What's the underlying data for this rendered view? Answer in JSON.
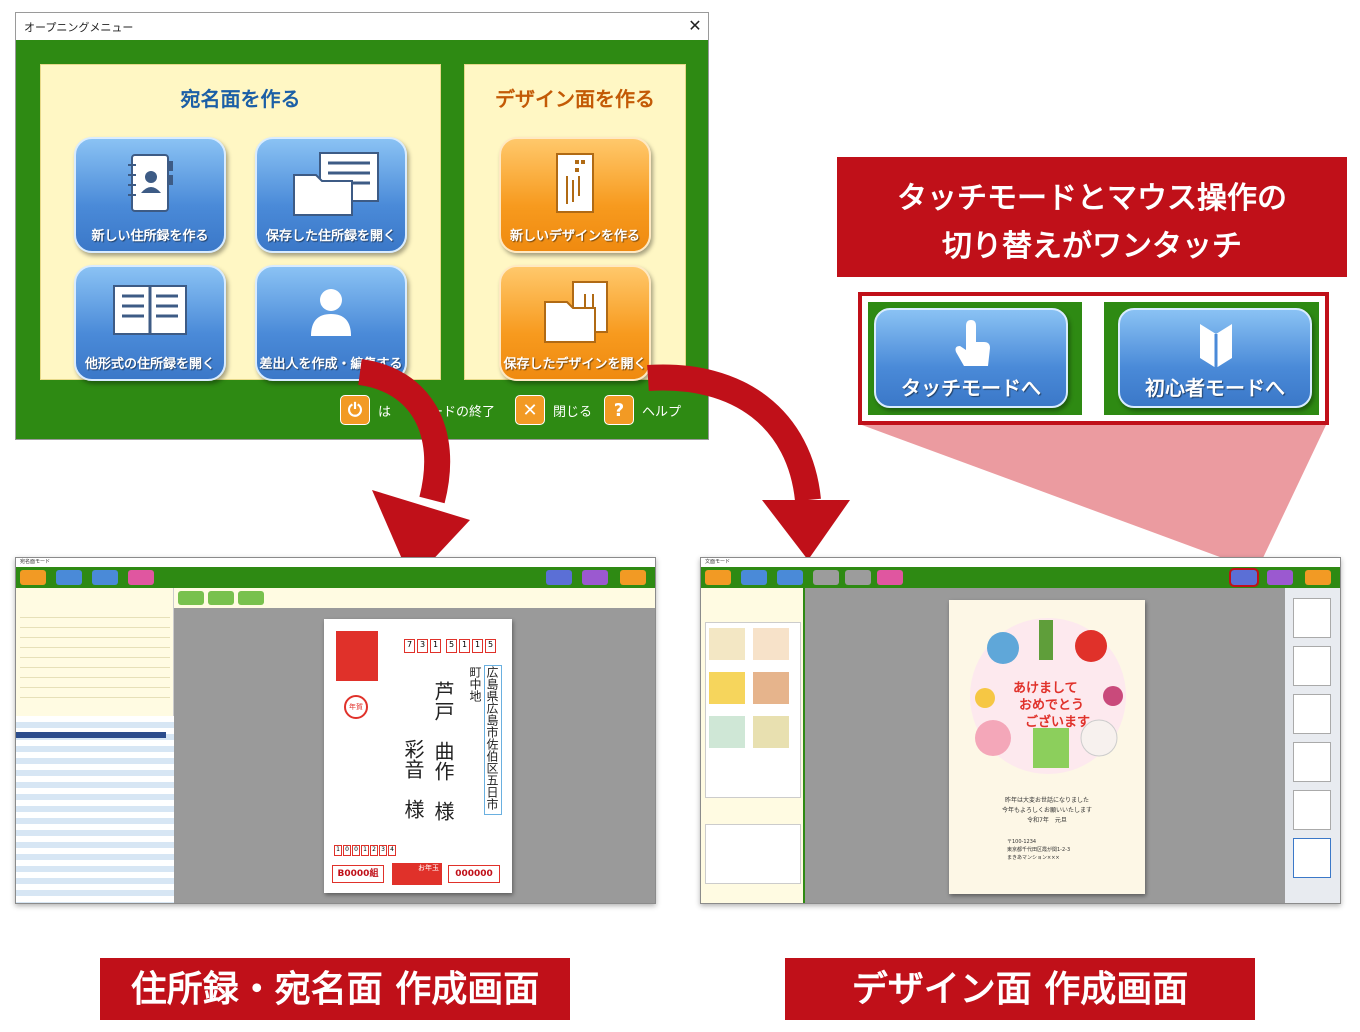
{
  "opening_menu": {
    "window_title": "オープニングメニュー",
    "close_glyph": "✕",
    "address_section": {
      "heading": "宛名面を作る",
      "buttons": [
        {
          "label": "新しい住所録を作る",
          "icon": "address-book-icon"
        },
        {
          "label": "保存した住所録を開く",
          "icon": "folder-address-book-icon"
        },
        {
          "label": "他形式の住所録を開く",
          "icon": "import-address-book-icon"
        },
        {
          "label": "差出人を作成・編集する",
          "icon": "person-icon"
        }
      ]
    },
    "design_section": {
      "heading": "デザイン面を作る",
      "buttons": [
        {
          "label": "新しいデザインを作る",
          "icon": "postcard-icon"
        },
        {
          "label": "保存したデザインを開く",
          "icon": "folder-postcard-icon"
        }
      ]
    },
    "footer": [
      {
        "label": "はじめてモードの終了",
        "icon": "power-icon",
        "visible_label": "は　　モードの終了"
      },
      {
        "label": "閉じる",
        "icon": "close-x-icon"
      },
      {
        "label": "ヘルプ",
        "icon": "help-icon"
      }
    ]
  },
  "callout": {
    "line1": "タッチモードとマウス操作の",
    "line2": "切り替えがワンタッチ",
    "buttons": [
      {
        "label": "タッチモードへ",
        "icon": "touch-hand-icon"
      },
      {
        "label": "初心者モードへ",
        "icon": "beginner-mark-icon"
      }
    ]
  },
  "address_screen": {
    "window_title": "宛名面モード",
    "postal_code": [
      "7",
      "3",
      "1",
      "5",
      "1",
      "1",
      "5"
    ],
    "recipient_address": "広島県広島市佐伯区五日市町中地",
    "recipient_name_1": "芦戸　曲作　様",
    "recipient_name_2": "彩音　様",
    "lottery": "B0000組",
    "stamp_label": "年賀",
    "sender_postal": [
      "1",
      "0",
      "0",
      "1",
      "2",
      "3",
      "4"
    ],
    "number_right": "000000",
    "card_label": "お年玉"
  },
  "design_screen": {
    "window_title": "文面モード",
    "greeting_1": "あけまして",
    "greeting_2": "おめでとう",
    "greeting_3": "ございます",
    "message_1": "昨年は大変お世話になりました",
    "message_2": "今年もよろしくお願いいたします",
    "message_3": "令和7年　元旦",
    "sender_1": "〒100-1234",
    "sender_2": "東京都千代田区霞が関1-2-3",
    "sender_3": "まきあマンション×××"
  },
  "captions": {
    "address": "住所録・宛名面 作成画面",
    "design": "デザイン面 作成画面"
  },
  "colors": {
    "green": "#2e8a13",
    "panel": "#fff7c4",
    "blue_button": "#4a8ad8",
    "orange_button": "#f79a1e",
    "red": "#c01019"
  }
}
